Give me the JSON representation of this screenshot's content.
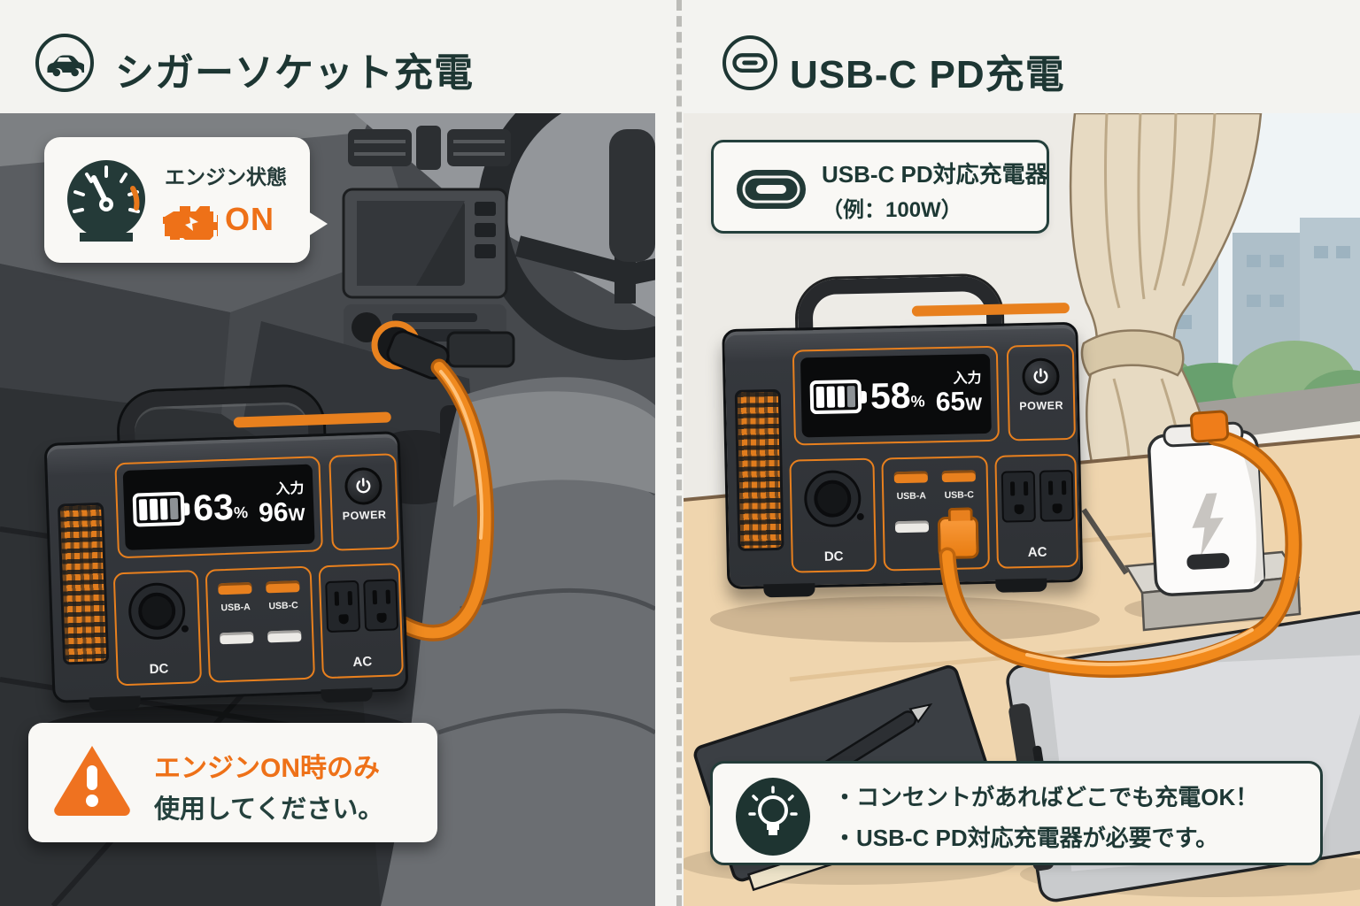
{
  "left": {
    "header": {
      "icon": "car-icon",
      "title": "シガーソケット充電"
    },
    "engine_callout": {
      "icon": "gauge-icon",
      "label": "エンジン状態",
      "engine_icon": "engine-icon",
      "status": "ON"
    },
    "station": {
      "battery_percent": "63",
      "percent_unit": "%",
      "input_label": "入力",
      "input_value": "96",
      "input_unit": "W",
      "power_label": "POWER",
      "dc_label": "DC",
      "usb_a_label": "USB-A",
      "usb_c_label": "USB-C",
      "ac_label": "AC"
    },
    "warning": {
      "icon": "warning-triangle-icon",
      "line1": "エンジンON時のみ",
      "line2": "使用してください。"
    }
  },
  "right": {
    "header": {
      "icon": "usb-c-icon",
      "title": "USB-C PD充電"
    },
    "charger_callout": {
      "icon": "usb-c-icon",
      "line1": "USB-C PD対応充電器",
      "line2": "（例：100W）"
    },
    "station": {
      "battery_percent": "58",
      "percent_unit": "%",
      "input_label": "入力",
      "input_value": "65",
      "input_unit": "W",
      "power_label": "POWER",
      "dc_label": "DC",
      "usb_a_label": "USB-A",
      "usb_c_label": "USB-C",
      "ac_label": "AC"
    },
    "tips": {
      "icon": "lightbulb-icon",
      "items": [
        "・コンセントがあればどこでも充電OK！",
        "・USB-C PD対応充電器が必要です。"
      ]
    }
  },
  "colors": {
    "accent_orange": "#ee7a1d",
    "ink_teal": "#1d3633"
  }
}
